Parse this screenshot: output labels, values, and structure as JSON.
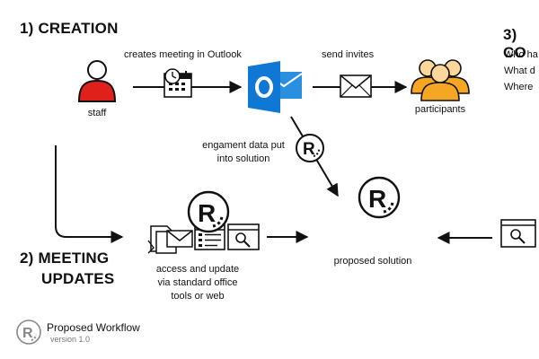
{
  "sections": {
    "creation": "1) CREATION",
    "updates_line1": "2) MEETING",
    "updates_line2": "UPDATES",
    "consumption": "3) CO"
  },
  "nodes": {
    "staff": "staff",
    "participants": "participants",
    "proposed_solution": "proposed solution"
  },
  "edges": {
    "creates_meeting": "creates meeting in Outlook",
    "send_invites": "send invites",
    "engagement_line1": "engament data put",
    "engagement_line2": "into solution"
  },
  "access": {
    "line1": "access and update",
    "line2": "via standard office",
    "line3": "tools or web"
  },
  "questions": {
    "q1": "Who ha",
    "q2": "What d",
    "q3": "Where"
  },
  "footer": {
    "title": "Proposed Workflow",
    "version": "version 1.0"
  },
  "colors": {
    "staff": "#e0201b",
    "participants": "#f5a623",
    "outlook": "#0f78d4",
    "stroke": "#111111"
  },
  "icons": [
    "person-icon",
    "calendar-icon",
    "outlook-icon",
    "envelope-icon",
    "group-icon",
    "r-logo-icon",
    "document-bundle-icon",
    "web-form-icon",
    "web-search-icon"
  ]
}
